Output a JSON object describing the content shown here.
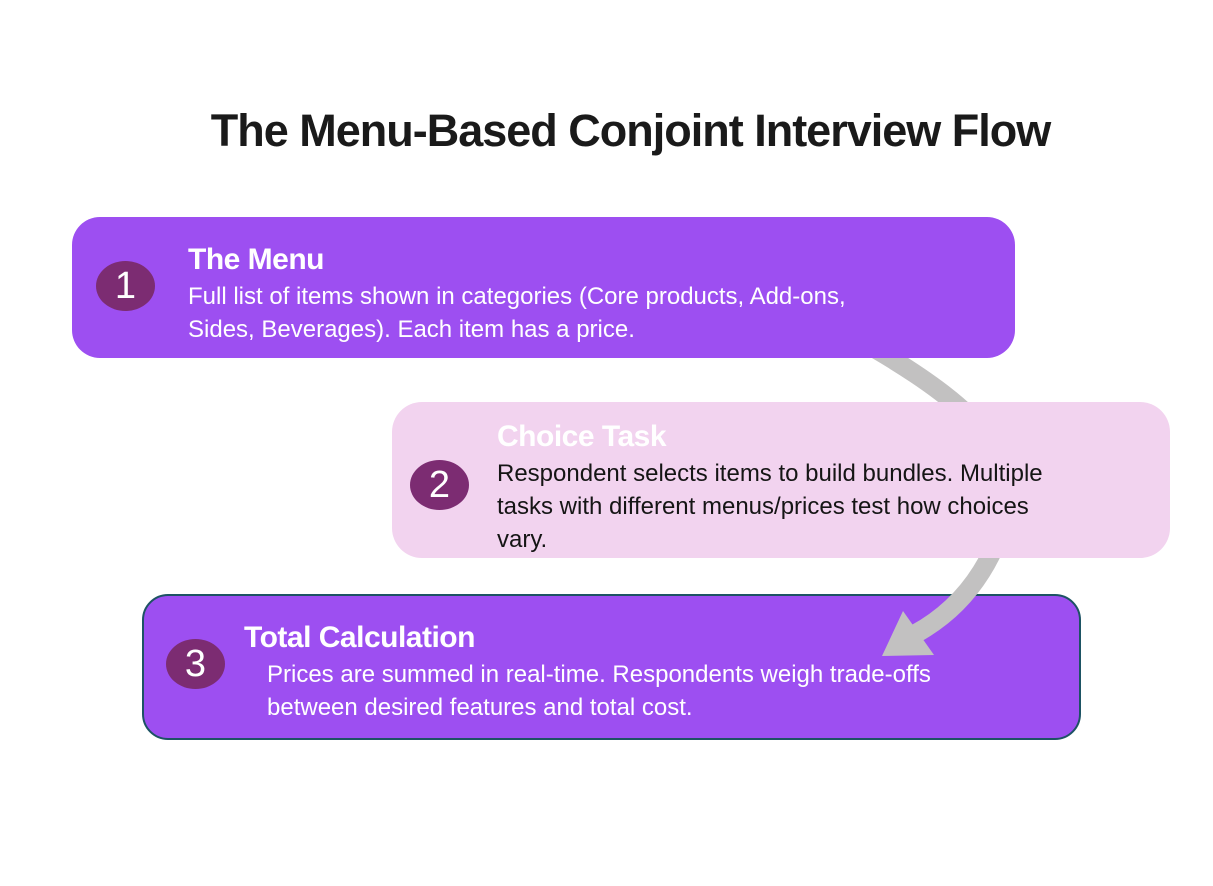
{
  "page": {
    "title": "The Menu-Based Conjoint Interview Flow",
    "background": "#ffffff"
  },
  "colors": {
    "card_purple": "#9d4ff1",
    "card_pink": "#f2d3ef",
    "badge_plum": "#7c2c72",
    "card3_border_teal": "#1d5364",
    "arrow_gray": "#c2c1c1",
    "title_text": "#1a1a1a"
  },
  "steps": [
    {
      "number": "1",
      "title": "The Menu",
      "body": "Full list of items shown in categories (Core products, Add-ons,\nSides, Beverages). Each item has a price.",
      "style": "purple-filled"
    },
    {
      "number": "2",
      "title": "Choice Task",
      "body": "Respondent selects items to build bundles. Multiple\ntasks with different menus/prices test how choices\nvary.",
      "style": "pink-filled"
    },
    {
      "number": "3",
      "title": "Total Calculation",
      "body": "Prices are summed in real-time. Respondents weigh trade-offs\nbetween desired features and total cost.",
      "style": "purple-outlined"
    }
  ],
  "arrow": {
    "from": "step-1",
    "to": "step-3",
    "shape": "curved-right-swoop",
    "color": "#c2c1c1"
  }
}
